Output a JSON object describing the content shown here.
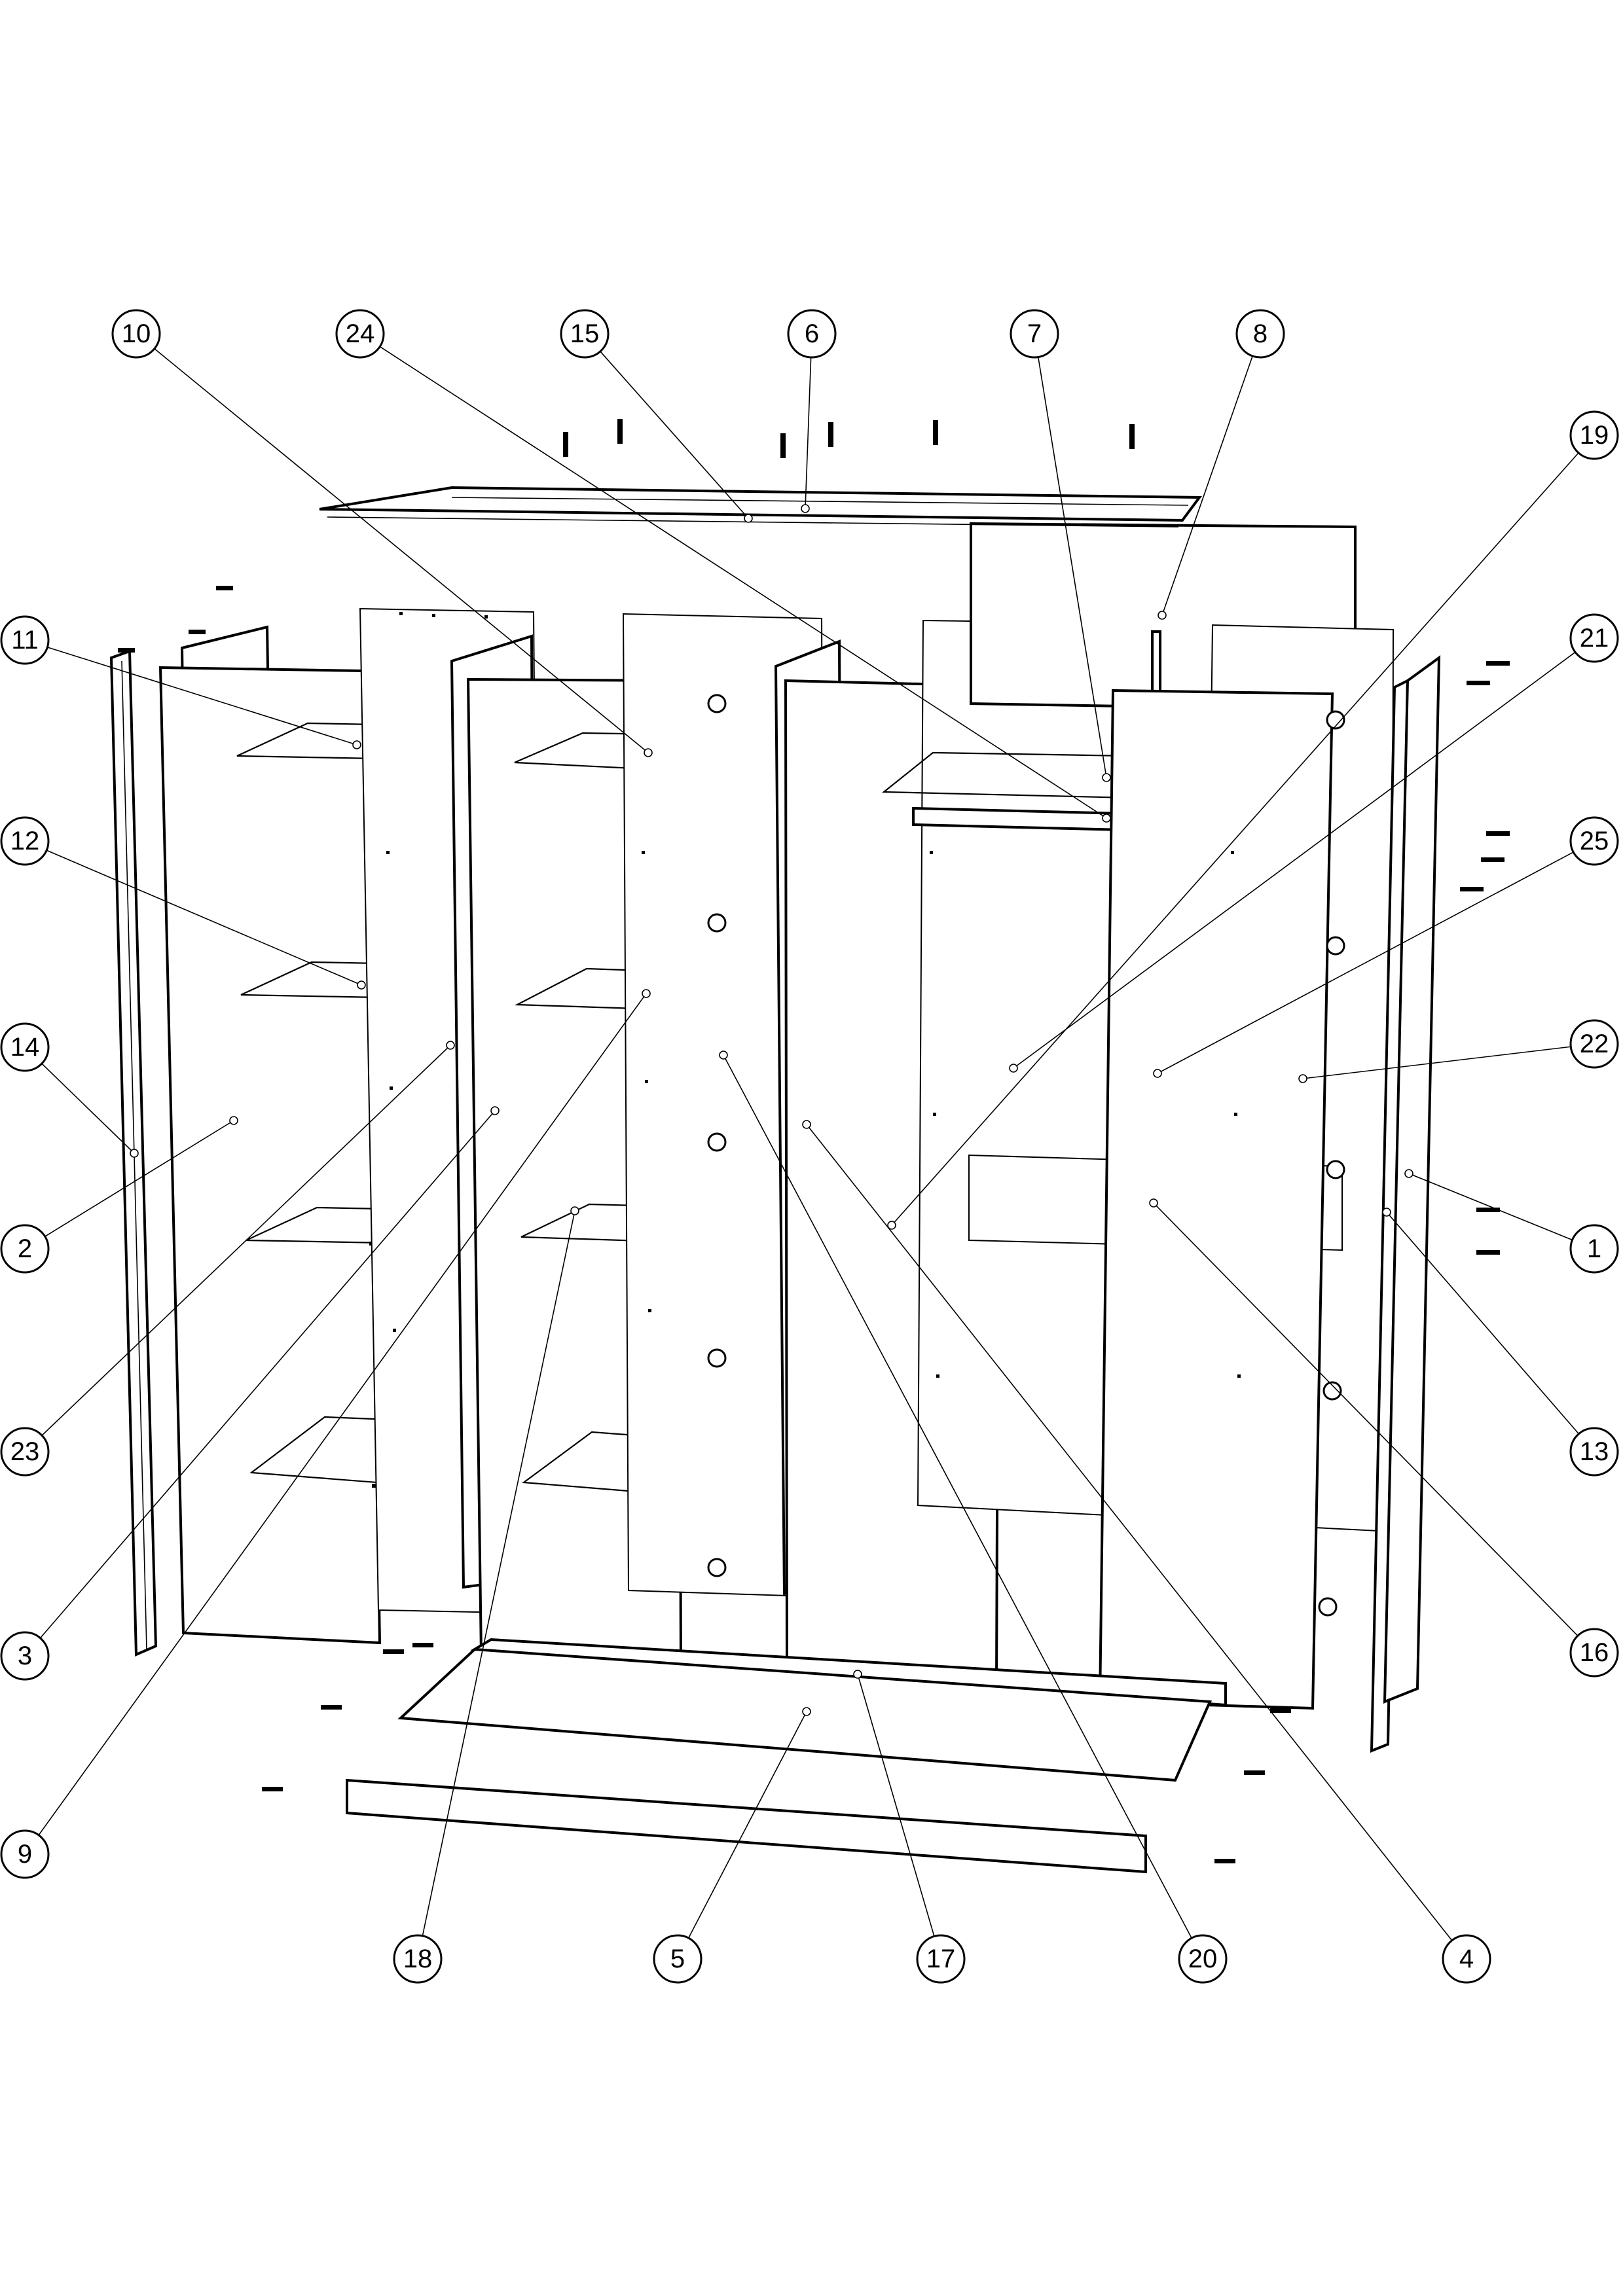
{
  "diagram": {
    "colors": {
      "line": "#000000",
      "background": "#ffffff"
    },
    "callouts": [
      {
        "label": "1"
      },
      {
        "label": "2"
      },
      {
        "label": "3"
      },
      {
        "label": "4"
      },
      {
        "label": "5"
      },
      {
        "label": "6"
      },
      {
        "label": "7"
      },
      {
        "label": "8"
      },
      {
        "label": "9"
      },
      {
        "label": "10"
      },
      {
        "label": "11"
      },
      {
        "label": "12"
      },
      {
        "label": "13"
      },
      {
        "label": "14"
      },
      {
        "label": "15"
      },
      {
        "label": "16"
      },
      {
        "label": "17"
      },
      {
        "label": "18"
      },
      {
        "label": "19"
      },
      {
        "label": "20"
      },
      {
        "label": "21"
      },
      {
        "label": "22"
      },
      {
        "label": "23"
      },
      {
        "label": "24"
      },
      {
        "label": "25"
      }
    ]
  }
}
